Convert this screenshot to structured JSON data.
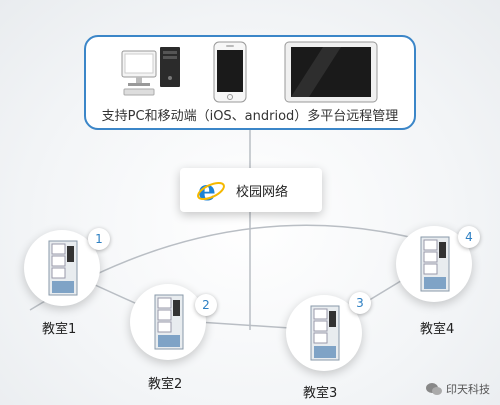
{
  "devices": {
    "caption": "支持PC和移动端（iOS、andriod）多平台远程管理",
    "items": [
      "desktop-pc-icon",
      "smartphone-icon",
      "tablet-icon"
    ]
  },
  "network": {
    "label": "校园网络",
    "icon": "ie-browser-icon"
  },
  "classrooms": [
    {
      "label": "教室1",
      "number": "1"
    },
    {
      "label": "教室2",
      "number": "2"
    },
    {
      "label": "教室3",
      "number": "3"
    },
    {
      "label": "教室4",
      "number": "4"
    }
  ],
  "watermark": {
    "text": "印天科技"
  },
  "colors": {
    "accent": "#3b86c8",
    "cabinet_blue": "#7fa3c6",
    "line": "#b9bec4"
  }
}
